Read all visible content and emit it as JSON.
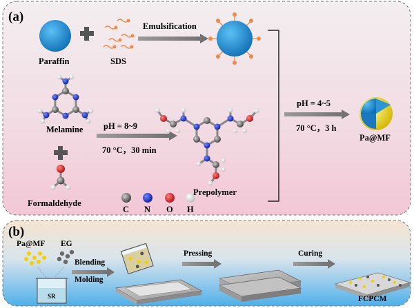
{
  "panel_a": {
    "tag": "(a)",
    "paraffin": "Paraffin",
    "sds": "SDS",
    "emulsification": "Emulsification",
    "melamine": "Melamine",
    "formaldehyde": "Formaldehyde",
    "cond1_ph": "pH = 8~9",
    "cond1_temp": "70 °C，30 min",
    "prepolymer": "Prepolymer",
    "cond2_ph": "pH = 4~5",
    "cond2_temp": "70 °C，3 h",
    "product": "Pa@MF",
    "legend": [
      "C",
      "N",
      "O",
      "H"
    ]
  },
  "panel_b": {
    "tag": "(b)",
    "pamf": "Pa@MF",
    "eg": "EG",
    "sr": "SR",
    "blending": "Blending",
    "molding": "Molding",
    "pressing": "Pressing",
    "curing": "Curing",
    "product": "FCPCM"
  },
  "colors": {
    "carbon": "#555555",
    "nitrogen": "#1a2fc8",
    "oxygen": "#d01818",
    "hydrogen": "#f2f2f2",
    "paraffin": "#1f8fd6",
    "sds": "#f08a4b",
    "capsule_shell": "#f0e020"
  }
}
